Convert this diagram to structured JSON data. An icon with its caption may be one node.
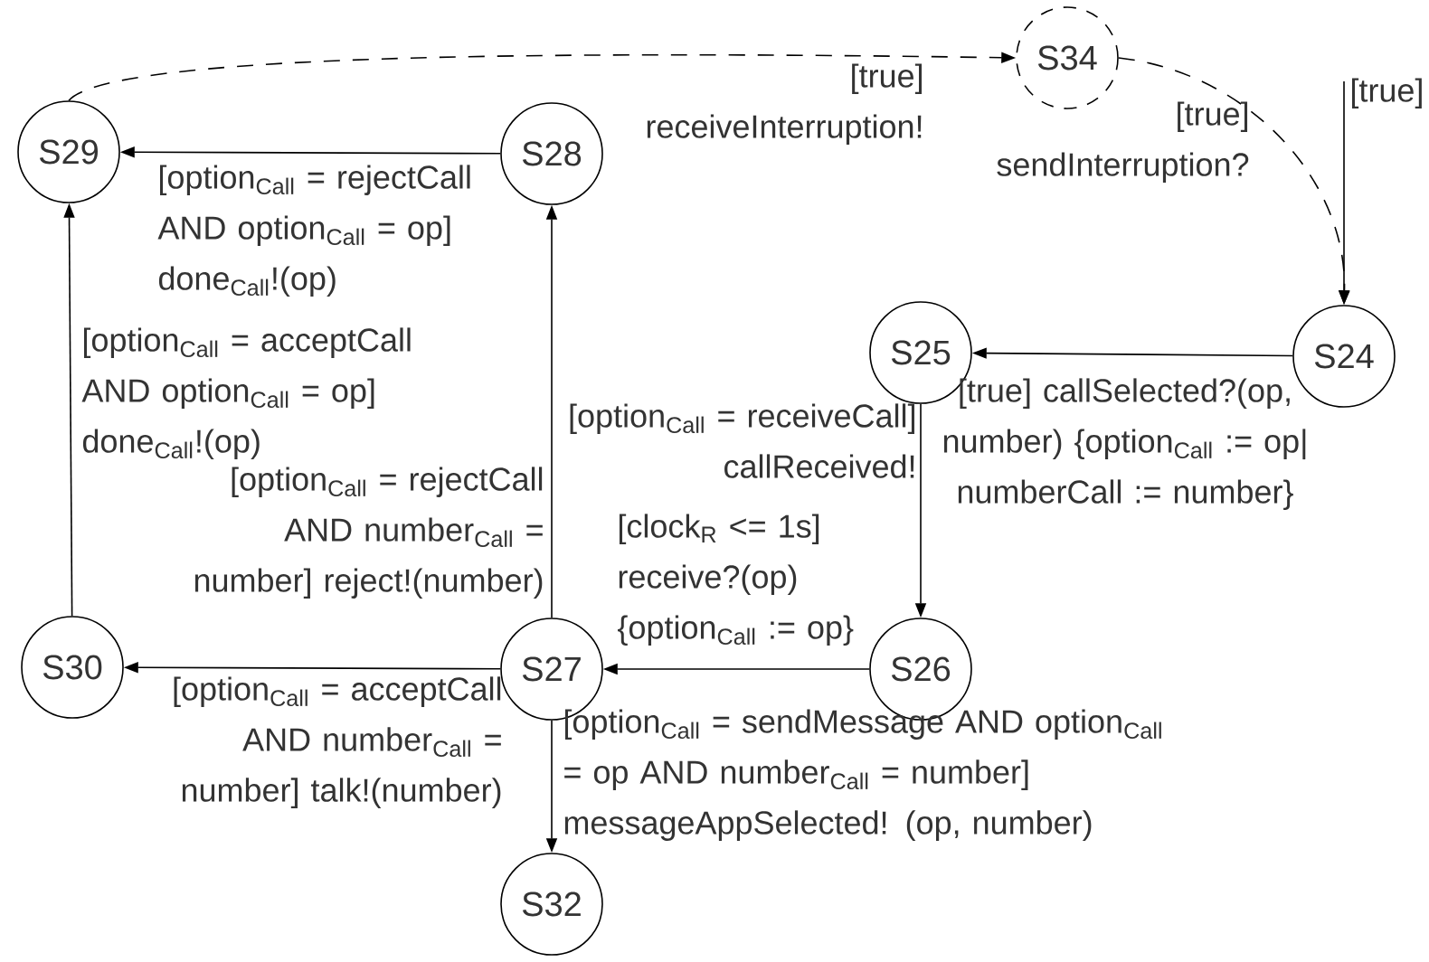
{
  "diagram": {
    "nodes": [
      {
        "text": [
          "S34"
        ]
      },
      {
        "text": [
          "S29"
        ]
      },
      {
        "text": [
          "S28"
        ]
      },
      {
        "text": [
          "S25"
        ]
      },
      {
        "text": [
          "S24"
        ]
      },
      {
        "text": [
          "S30"
        ]
      },
      {
        "text": [
          "S27"
        ]
      },
      {
        "text": [
          "S26"
        ]
      },
      {
        "text": [
          "S32"
        ]
      }
    ],
    "edges": [
      {
        "from": 2,
        "to": 1,
        "arrow": "to",
        "label": "[option$_{Call}$ = rejectCall AND option$_{Call}$ = op] done$_{Call}$!(op)"
      },
      {
        "from": 5,
        "to": 1,
        "arrow": "to",
        "label": "[option$_{Call}$ = acceptCall AND option$_{Call}$ = op] done$_{Call}$!(op)"
      },
      {
        "from": 6,
        "to": 2,
        "arrow": "to",
        "label": "[option$_{Call}$ = rejectCall AND number$_{Call}$ = number] reject!(number)"
      },
      {
        "from": 6,
        "to": 5,
        "arrow": "to",
        "label": "[option$_{Call}$ = acceptCall AND number$_{Call}$ = number] talk!(number)"
      },
      {
        "from": 6,
        "to": 8,
        "arrow": "to",
        "label": "[option$_{Call}$ = sendMessage AND option$_{Call}$ = op AND number$_{Call}$ = number] messageAppSelected! (op, number)"
      },
      {
        "from": 7,
        "to": 6,
        "arrow": "to",
        "label": "[clock$_{R}$ <= 1s] receive?(op) {option$_{Call}$ := op}"
      },
      {
        "from": 3,
        "to": 7,
        "arrow": "to",
        "label": "[option$_{Call}$ = receiveCall] callReceived!"
      },
      {
        "from": 4,
        "to": 3,
        "arrow": "to",
        "label": "[true] callSelected?(op, number) {option$_{Call}$ := op| numberCall := number}"
      },
      {
        "from": 1,
        "to": 0,
        "arrow": "to",
        "style": "dashed",
        "label": "[true] receiveInterruption!"
      },
      {
        "from": 0,
        "to": 4,
        "arrow": "to",
        "style": "dashed",
        "label": "[true] sendInterruption?"
      },
      {
        "from": null,
        "to": 4,
        "arrow": "to",
        "label": "[true]"
      }
    ]
  }
}
